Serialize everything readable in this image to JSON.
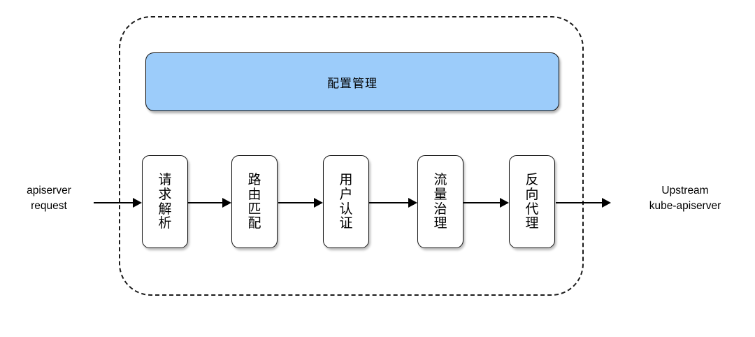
{
  "diagram": {
    "title": "apiserver gateway request pipeline",
    "boundary": {
      "name": "gateway-boundary",
      "style": "dashed"
    },
    "config_bar": {
      "label": "配置管理",
      "fill_color": "#9CCCFA",
      "border_color": "#111111"
    },
    "stages": [
      {
        "id": "request-parsing",
        "lines": [
          "请",
          "求",
          "解",
          "析"
        ]
      },
      {
        "id": "route-matching",
        "lines": [
          "路",
          "由",
          "匹",
          "配"
        ]
      },
      {
        "id": "user-auth",
        "lines": [
          "用",
          "户",
          "认",
          "证"
        ]
      },
      {
        "id": "traffic-control",
        "lines": [
          "流",
          "量",
          "治",
          "理"
        ]
      },
      {
        "id": "reverse-proxy",
        "lines": [
          "反",
          "向",
          "代",
          "理"
        ]
      }
    ],
    "captions": {
      "left": {
        "line1": "apiserver",
        "line2": "request"
      },
      "right": {
        "line1": "Upstream",
        "line2": "kube-apiserver"
      }
    },
    "arrows": [
      {
        "id": "arrow-inbound",
        "direction": "right"
      },
      {
        "id": "arrow-stage-0-to-1",
        "direction": "right"
      },
      {
        "id": "arrow-stage-1-to-2",
        "direction": "right"
      },
      {
        "id": "arrow-stage-2-to-3",
        "direction": "right"
      },
      {
        "id": "arrow-stage-3-to-4",
        "direction": "right"
      },
      {
        "id": "arrow-outbound",
        "direction": "right"
      }
    ]
  }
}
